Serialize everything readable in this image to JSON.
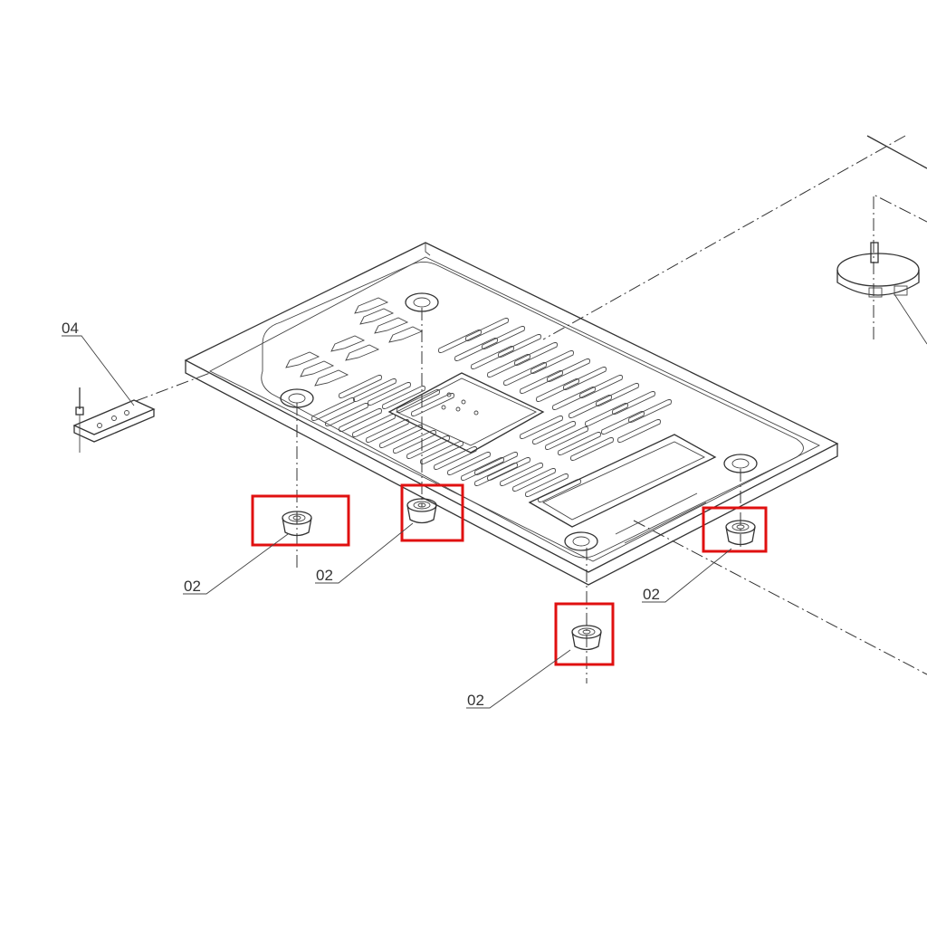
{
  "labels": {
    "bracket": "04",
    "foot_1": "02",
    "foot_2": "02",
    "foot_3": "02",
    "foot_4": "02"
  },
  "highlight_color": "#e01010"
}
